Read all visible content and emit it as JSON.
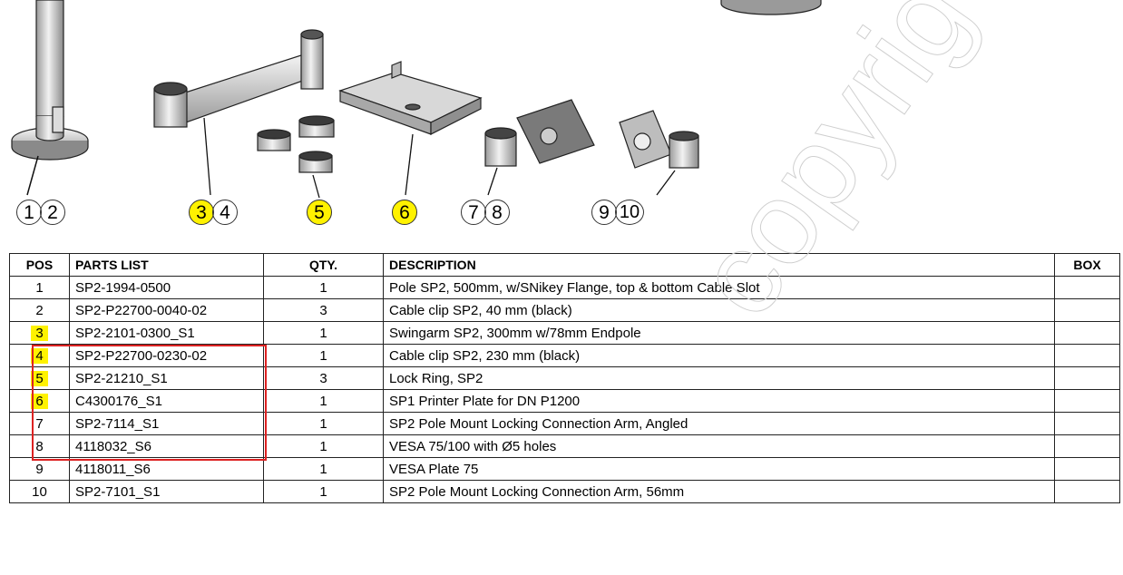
{
  "callouts": [
    {
      "numbers": [
        "1",
        "2"
      ],
      "highlight": [
        false,
        false
      ]
    },
    {
      "numbers": [
        "3",
        "4"
      ],
      "highlight": [
        true,
        false
      ]
    },
    {
      "numbers": [
        "5"
      ],
      "highlight": [
        true
      ]
    },
    {
      "numbers": [
        "6"
      ],
      "highlight": [
        true
      ]
    },
    {
      "numbers": [
        "7",
        "8"
      ],
      "highlight": [
        false,
        false
      ]
    },
    {
      "numbers": [
        "9",
        "10"
      ],
      "highlight": [
        false,
        false
      ]
    }
  ],
  "table": {
    "headers": {
      "pos": "POS",
      "parts": "PARTS LIST",
      "qty": "QTY.",
      "desc": "DESCRIPTION",
      "box": "BOX"
    },
    "rows": [
      {
        "pos": "1",
        "part": "SP2-1994-0500",
        "qty": "1",
        "desc": "Pole SP2, 500mm, w/SNikey Flange, top & bottom Cable Slot",
        "box": ""
      },
      {
        "pos": "2",
        "part": "SP2-P22700-0040-02",
        "qty": "3",
        "desc": "Cable clip SP2, 40 mm (black)",
        "box": ""
      },
      {
        "pos": "3",
        "part": "SP2-2101-0300_S1",
        "qty": "1",
        "desc": "Swingarm SP2, 300mm w/78mm Endpole",
        "box": ""
      },
      {
        "pos": "4",
        "part": "SP2-P22700-0230-02",
        "qty": "1",
        "desc": "Cable clip SP2, 230 mm (black)",
        "box": ""
      },
      {
        "pos": "5",
        "part": "SP2-21210_S1",
        "qty": "3",
        "desc": "Lock Ring, SP2",
        "box": ""
      },
      {
        "pos": "6",
        "part": "C4300176_S1",
        "qty": "1",
        "desc": "SP1 Printer Plate for DN P1200",
        "box": ""
      },
      {
        "pos": "7",
        "part": "SP2-7114_S1",
        "qty": "1",
        "desc": "SP2 Pole Mount Locking Connection Arm, Angled",
        "box": ""
      },
      {
        "pos": "8",
        "part": "4118032_S6",
        "qty": "1",
        "desc": "VESA 75/100 with Ø5 holes",
        "box": ""
      },
      {
        "pos": "9",
        "part": "4118011_S6",
        "qty": "1",
        "desc": "VESA Plate 75",
        "box": ""
      },
      {
        "pos": "10",
        "part": "SP2-7101_S1",
        "qty": "1",
        "desc": "SP2 Pole Mount Locking Connection Arm, 56mm",
        "box": ""
      }
    ]
  },
  "highlighted_pos": [
    "3",
    "4",
    "5",
    "6"
  ],
  "colors": {
    "highlight": "#fff200",
    "selection": "#dd2222",
    "line": "#222222"
  }
}
